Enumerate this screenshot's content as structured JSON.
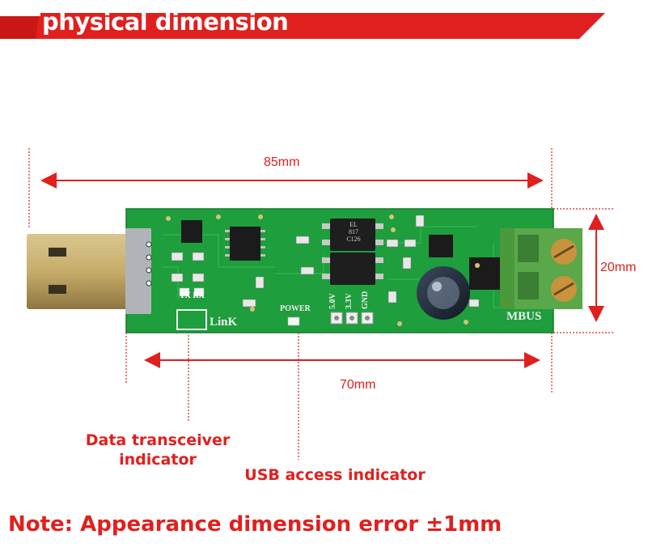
{
  "banner": {
    "title": "physical dimension"
  },
  "dimensions": {
    "total_length": "85mm",
    "board_length": "70mm",
    "width": "20mm"
  },
  "callouts": {
    "data_line1": "Data transceiver",
    "data_line2": "indicator",
    "usb_access": "USB access indicator"
  },
  "board_silkscreen": {
    "tx_rx": "TX RX",
    "brand": "LinK",
    "power": "POWER",
    "v5": "5.0V",
    "v33": "3.3V",
    "gnd": "GND",
    "mbus": "MBUS",
    "chip1_line1": "EL",
    "chip1_line2": "817",
    "chip1_line3": "C126"
  },
  "note": "Note: Appearance dimension error ±1mm",
  "colors": {
    "accent": "#e0201e",
    "pcb": "#1e9e3c",
    "terminal": "#5aa84a"
  }
}
